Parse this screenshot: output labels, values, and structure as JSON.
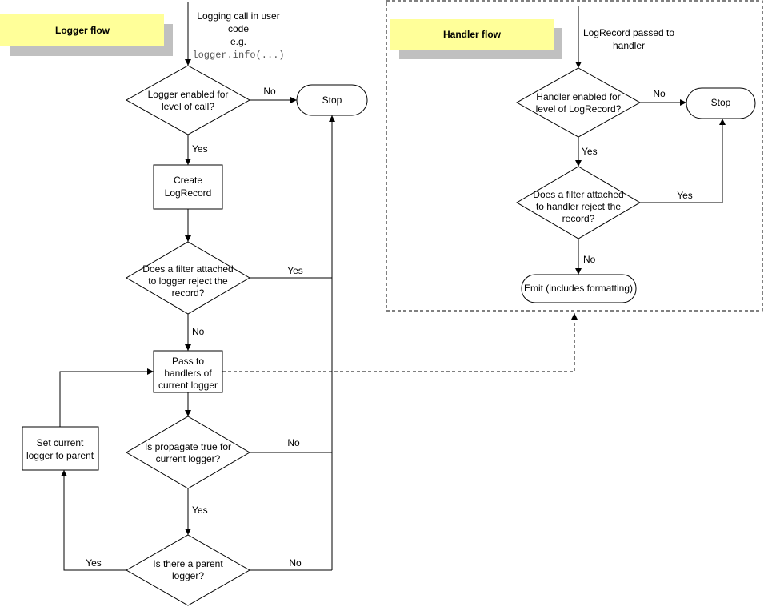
{
  "logger_flow": {
    "title": "Logger flow",
    "entry": {
      "line1": "Logging call in user",
      "line2": "code",
      "line3": "e.g.",
      "line4": "logger.info(...)"
    },
    "enabled_decision": {
      "line1": "Logger enabled for",
      "line2": "level of call?"
    },
    "stop": "Stop",
    "create_record": {
      "line1": "Create",
      "line2": "LogRecord"
    },
    "filter_decision": {
      "line1": "Does a filter attached",
      "line2": "to logger reject the",
      "line3": "record?"
    },
    "pass_handlers": {
      "line1": "Pass to",
      "line2": "handlers of",
      "line3": "current logger"
    },
    "propagate_decision": {
      "line1": "Is propagate true for",
      "line2": "current logger?"
    },
    "parent_decision": {
      "line1": "Is there a parent",
      "line2": "logger?"
    },
    "set_parent": {
      "line1": "Set current",
      "line2": "logger to parent"
    },
    "labels": {
      "enabled_no": "No",
      "enabled_yes": "Yes",
      "filter_yes": "Yes",
      "filter_no": "No",
      "propagate_no": "No",
      "propagate_yes": "Yes",
      "parent_yes": "Yes",
      "parent_no": "No"
    }
  },
  "handler_flow": {
    "title": "Handler flow",
    "entry": {
      "line1": "LogRecord passed to",
      "line2": "handler"
    },
    "enabled_decision": {
      "line1": "Handler enabled for",
      "line2": "level of LogRecord?"
    },
    "stop": "Stop",
    "filter_decision": {
      "line1": "Does a filter attached",
      "line2": "to handler reject the",
      "line3": "record?"
    },
    "emit": "Emit (includes formatting)",
    "labels": {
      "enabled_no": "No",
      "enabled_yes": "Yes",
      "filter_yes": "Yes",
      "filter_no": "No"
    }
  }
}
